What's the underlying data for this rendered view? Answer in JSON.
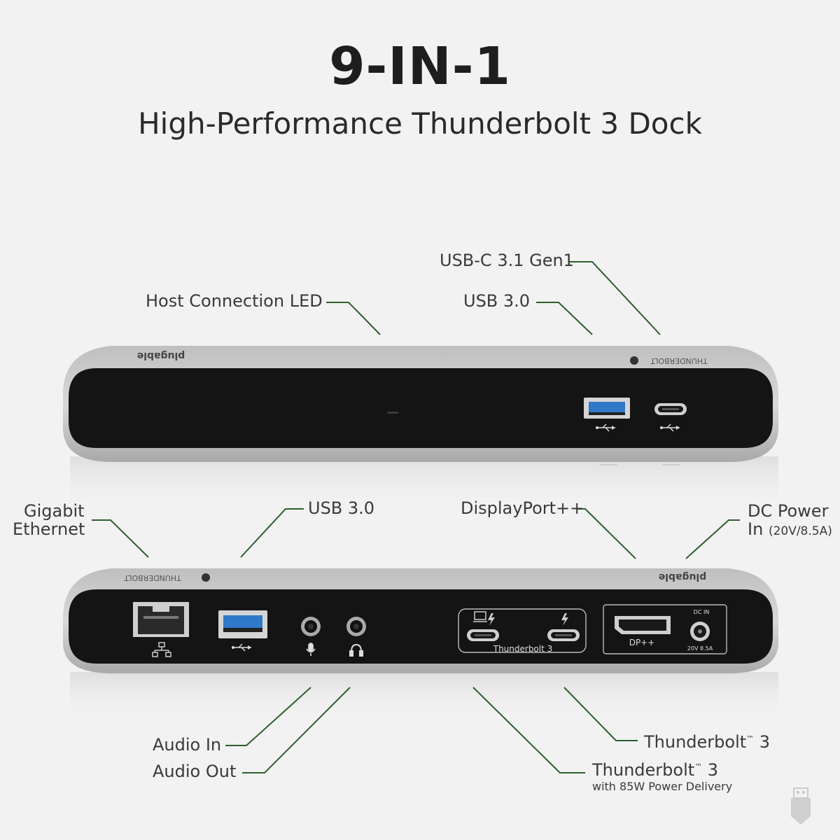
{
  "header": {
    "title": "9-IN-1",
    "subtitle": "High-Performance Thunderbolt 3 Dock"
  },
  "front_labels": {
    "host_led": "Host Connection LED",
    "usb3": "USB 3.0",
    "usbc": "USB-C 3.1 Gen1"
  },
  "rear_labels": {
    "ethernet_line1": "Gigabit",
    "ethernet_line2": "Ethernet",
    "usb3": "USB 3.0",
    "displayport": "DisplayPort++",
    "dc_power_line1": "DC Power",
    "dc_power_line2": "In",
    "dc_power_spec": "(20V/8.5A)",
    "audio_in": "Audio In",
    "audio_out": "Audio Out",
    "tb3_a": "Thunderbolt",
    "tb3_a_tm": "™",
    "tb3_a_num": " 3",
    "tb3_b": "Thunderbolt",
    "tb3_b_tm": "™",
    "tb3_b_num": " 3",
    "tb3_b_sub": "with 85W Power Delivery"
  },
  "device_print": {
    "brand": "plugable",
    "thunderbolt_mark": "THUNDERBOLT",
    "thunderbolt_group": "Thunderbolt 3",
    "dp_label": "DP++",
    "dc_in": "DC IN",
    "dc_rating": "20V 8.5A"
  },
  "colors": {
    "leader_line": "#2e5e2e",
    "panel": "#141414",
    "usb3_blue": "#2f79c8",
    "casing": "#c9c9c9"
  }
}
